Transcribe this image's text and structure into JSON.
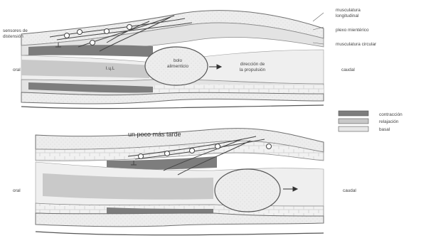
{
  "labels": {
    "musculatura_longitudinal": [
      "musculatura",
      "longitudinal"
    ],
    "plexo_mienterico": "plexo mientérico",
    "musculatura_circular": "musculatura circular",
    "sensores": [
      "sensores de",
      "distensión"
    ],
    "oral_top": "oral",
    "caudal_top": "caudal",
    "bolo": [
      "bolo",
      "alimenticio"
    ],
    "direccion": [
      "dirección de",
      "la propulsión"
    ],
    "ln_code": "I.ɥ.L",
    "un_poco_mas_tarde": "un poco más tarde",
    "oral_bottom": "oral",
    "caudal_bottom": "caudal"
  },
  "legend": [
    {
      "label": "contracción",
      "color": "#7d7d7d"
    },
    {
      "label": "relajación",
      "color": "#c8c8c8"
    },
    {
      "label": "basal",
      "color": "#e7e7e7"
    }
  ]
}
